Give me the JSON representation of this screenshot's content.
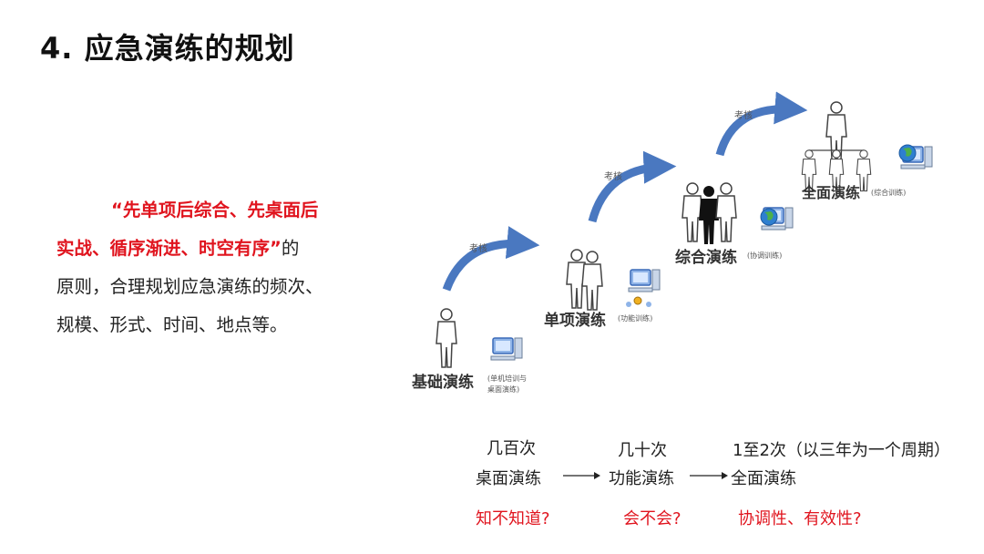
{
  "title": "4. 应急演练的规划",
  "principle": {
    "quote_line1": "“先单项后综合、先桌面后",
    "quote_line2": "实战、循序渐进、时空有序”",
    "after_quote": "的",
    "line3": "原则，合理规划应急演练的频次、",
    "line4": "规模、形式、时间、地点等。"
  },
  "staircase": {
    "arrow_label": "考核",
    "stages": [
      {
        "name": "基础演练",
        "note_line1": "(单机培训与",
        "note_line2": "桌面演练)"
      },
      {
        "name": "单项演练",
        "note_line1": "(功能训练)"
      },
      {
        "name": "综合演练",
        "note_line1": "(协调训练)"
      },
      {
        "name": "全面演练",
        "note_line1": "(综合训练)"
      }
    ]
  },
  "bottom": {
    "freq": [
      "几百次",
      "几十次",
      "1至2次（以三年为一个周期）"
    ],
    "types": [
      "桌面演练",
      "功能演练",
      "全面演练"
    ],
    "questions": [
      "知不知道?",
      "会不会?",
      "协调性、有效性?"
    ]
  },
  "colors": {
    "arrow": "#4a78c0",
    "red": "#e0141e",
    "computer": "#3a6ab8"
  }
}
